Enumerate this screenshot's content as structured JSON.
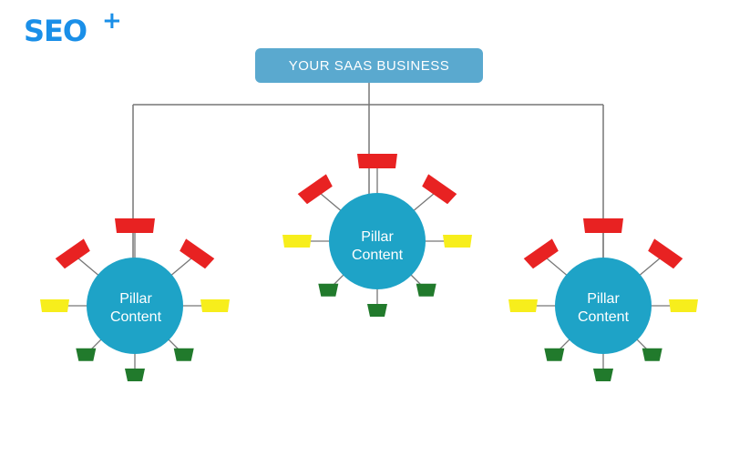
{
  "logo": {
    "text": "SEO",
    "plus": "+",
    "color": "#1a8fe8"
  },
  "root": {
    "label": "YOUR SAAS BUSINESS",
    "color": "#5aa9cf"
  },
  "pillars": [
    {
      "line1": "Pillar",
      "line2": "Content"
    },
    {
      "line1": "Pillar",
      "line2": "Content"
    },
    {
      "line1": "Pillar",
      "line2": "Content"
    }
  ],
  "colors": {
    "line": "#777777",
    "pillar": "#1ea3c7",
    "red": "#e82222",
    "yellow": "#f7ee1c",
    "green": "#217a2c"
  }
}
